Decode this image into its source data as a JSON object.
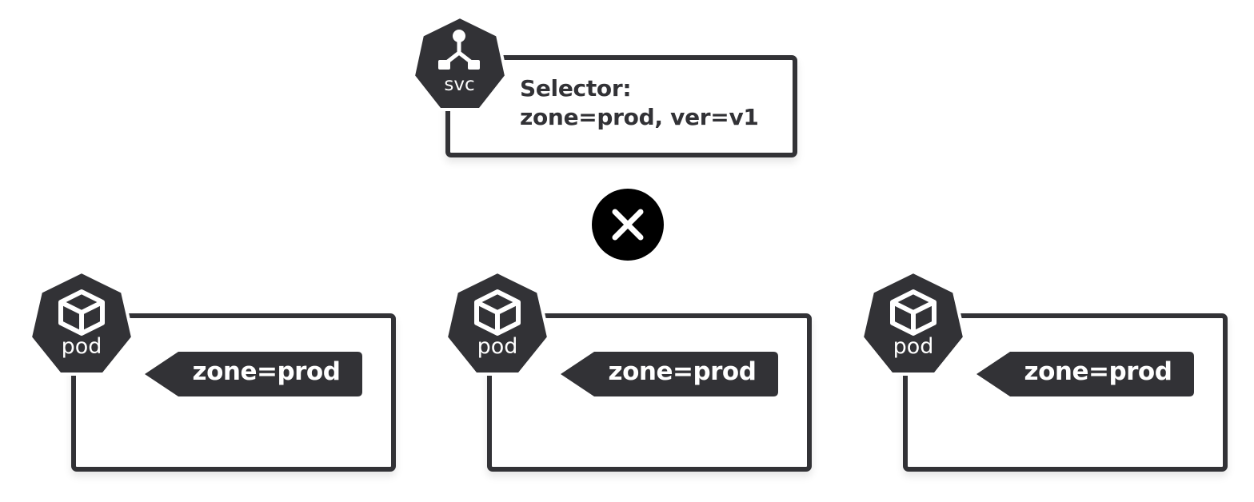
{
  "service": {
    "badge_label": "svc",
    "icon": "service-topology-icon",
    "selector_title": "Selector:",
    "selector_value": "zone=prod, ver=v1"
  },
  "match_status": {
    "icon": "x-mark-icon",
    "color": "#000000"
  },
  "pods": [
    {
      "badge_label": "pod",
      "icon": "cube-icon",
      "label": "zone=prod"
    },
    {
      "badge_label": "pod",
      "icon": "cube-icon",
      "label": "zone=prod"
    },
    {
      "badge_label": "pod",
      "icon": "cube-icon",
      "label": "zone=prod"
    }
  ],
  "colors": {
    "dark": "#323236",
    "background": "#ffffff"
  }
}
